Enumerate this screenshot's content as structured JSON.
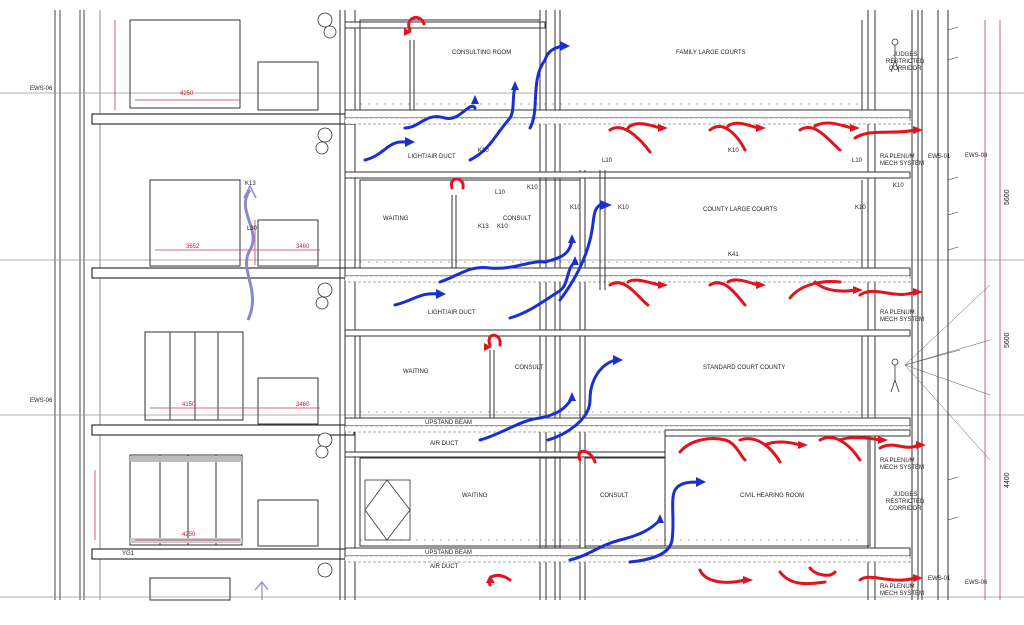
{
  "rooms": {
    "consulting_room": "CONSULTING ROOM",
    "family_large_courts": "FAMILY LARGE COURTS",
    "waiting_1": "WAITING",
    "consult_1": "CONSULT",
    "county_large_courts": "COUNTY LARGE COURTS",
    "waiting_2": "WAITING",
    "consult_2": "CONSULT",
    "standard_court_county": "STANDARD COURT COUNTY",
    "waiting_3": "WAITING",
    "consult_3": "CONSULT",
    "civil_hearing_room": "CIVIL HEARING ROOM"
  },
  "services": {
    "light_air_duct_1": "LIGHT/AIR DUCT",
    "light_air_duct_2": "LIGHT/AIR DUCT",
    "upstand_beam_1": "UPSTAND BEAM",
    "air_duct_1": "AIR DUCT",
    "upstand_beam_2": "UPSTAND BEAM",
    "air_duct_2": "AIR DUCT"
  },
  "right_labels": {
    "judges_corridor_top": [
      "JUDGES",
      "RESTRICTED",
      "CORRIDOR"
    ],
    "plenum_1": [
      "RA PLENUM",
      "MECH SYSTEM"
    ],
    "plenum_2": [
      "RA PLENUM",
      "MECH SYSTEM"
    ],
    "plenum_3": [
      "RA PLENUM",
      "MECH SYSTEM"
    ],
    "judges_corridor_bottom": [
      "JUDGES",
      "RESTRICTED",
      "CORRIDOR"
    ],
    "plenum_4": [
      "RA PLENUM",
      "MECH SYSTEM"
    ]
  },
  "tags": {
    "ews_06_a": "EWS-06",
    "ews_06_b": "EWS-06",
    "ews_08_a": "EWS-08",
    "ews_01_a": "EWS-01",
    "ews_01_b": "EWS-01",
    "ews_06_c": "EWS-06",
    "k13_a": "K13",
    "l30": "L30",
    "k10_a": "K10",
    "k10_b": "K10",
    "l10_a": "L10",
    "l10_b": "L10",
    "k10_c": "K10",
    "l10_c": "L10",
    "k10_d": "K10",
    "k13_b": "K13",
    "k10_e": "K10",
    "k10_f": "K10",
    "k10_g": "K10",
    "k41": "K41",
    "k10_h": "K10",
    "yg1": "YG1"
  },
  "dimensions": {
    "d4250": "4250",
    "d3652": "3652",
    "d3460_a": "3460",
    "d4150": "4150",
    "d3460_b": "3460",
    "d4250_b": "4250",
    "d5600_a": "5600",
    "d5600_b": "5600",
    "d4400": "4400"
  },
  "colors": {
    "supply_air": "#1a2fd0",
    "return_air": "#e0141e",
    "dimension": "#d0306a",
    "linework": "#333333"
  }
}
